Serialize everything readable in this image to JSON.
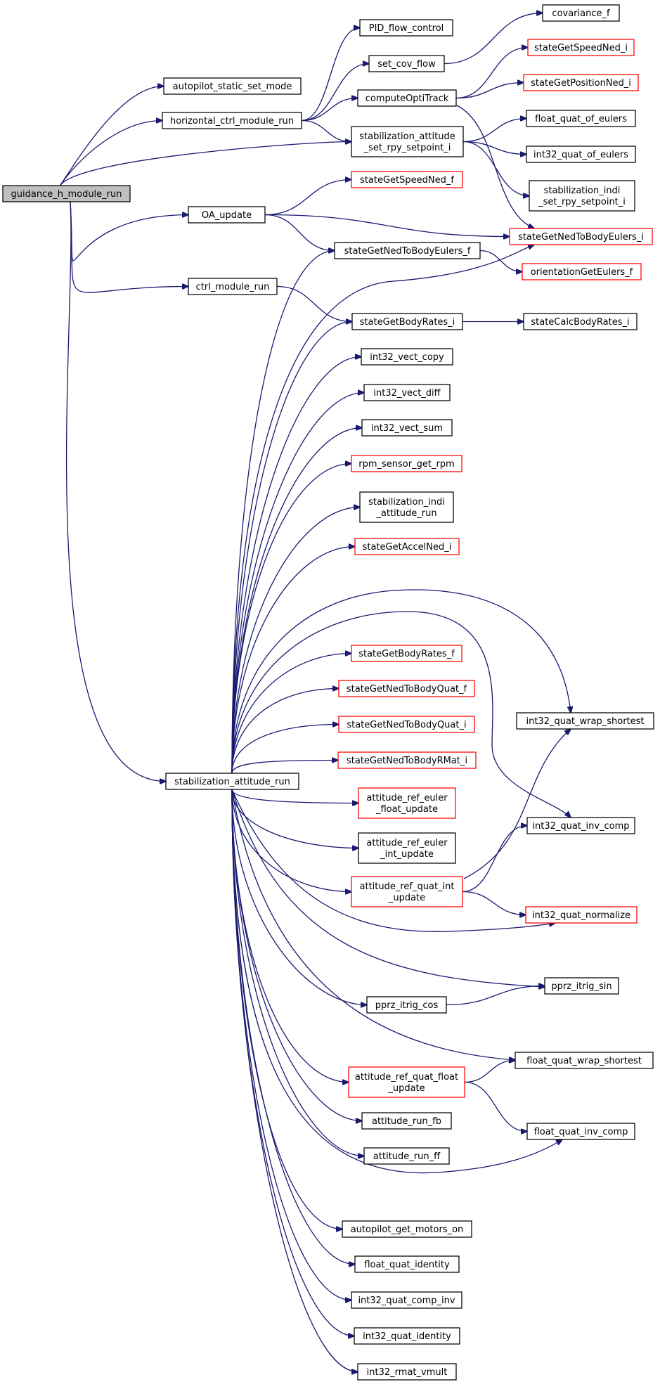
{
  "colors": {
    "edge": "#191970",
    "node_border": "#000000",
    "node_border_incomplete": "#ff0000",
    "root_fill": "#bfbfbf"
  },
  "nodes": [
    {
      "id": "guidance_h_module_run",
      "lines": [
        "guidance_h_module_run"
      ],
      "style": "root"
    },
    {
      "id": "autopilot_static_set_mode",
      "lines": [
        "autopilot_static_set_mode"
      ],
      "style": "normal"
    },
    {
      "id": "horizontal_ctrl_module_run",
      "lines": [
        "horizontal_ctrl_module_run"
      ],
      "style": "normal"
    },
    {
      "id": "PID_flow_control",
      "lines": [
        "PID_flow_control"
      ],
      "style": "normal"
    },
    {
      "id": "covariance_f",
      "lines": [
        "covariance_f"
      ],
      "style": "normal"
    },
    {
      "id": "set_cov_flow",
      "lines": [
        "set_cov_flow"
      ],
      "style": "normal"
    },
    {
      "id": "stateGetSpeedNed_i",
      "lines": [
        "stateGetSpeedNed_i"
      ],
      "style": "red"
    },
    {
      "id": "computeOptiTrack",
      "lines": [
        "computeOptiTrack"
      ],
      "style": "normal"
    },
    {
      "id": "stateGetPositionNed_i",
      "lines": [
        "stateGetPositionNed_i"
      ],
      "style": "red"
    },
    {
      "id": "stabilization_attitude_set_rpy_setpoint_i",
      "lines": [
        "stabilization_attitude",
        "_set_rpy_setpoint_i"
      ],
      "style": "normal"
    },
    {
      "id": "float_quat_of_eulers",
      "lines": [
        "float_quat_of_eulers"
      ],
      "style": "normal"
    },
    {
      "id": "int32_quat_of_eulers",
      "lines": [
        "int32_quat_of_eulers"
      ],
      "style": "normal"
    },
    {
      "id": "stabilization_indi_set_rpy_setpoint_i",
      "lines": [
        "stabilization_indi",
        "_set_rpy_setpoint_i"
      ],
      "style": "normal"
    },
    {
      "id": "stateGetSpeedNed_f",
      "lines": [
        "stateGetSpeedNed_f"
      ],
      "style": "red"
    },
    {
      "id": "OA_update",
      "lines": [
        "OA_update"
      ],
      "style": "normal"
    },
    {
      "id": "stateGetNedToBodyEulers_i",
      "lines": [
        "stateGetNedToBodyEulers_i"
      ],
      "style": "red"
    },
    {
      "id": "stateGetNedToBodyEulers_f",
      "lines": [
        "stateGetNedToBodyEulers_f"
      ],
      "style": "normal"
    },
    {
      "id": "orientationGetEulers_f",
      "lines": [
        "orientationGetEulers_f"
      ],
      "style": "red"
    },
    {
      "id": "ctrl_module_run",
      "lines": [
        "ctrl_module_run"
      ],
      "style": "normal"
    },
    {
      "id": "stateGetBodyRates_i",
      "lines": [
        "stateGetBodyRates_i"
      ],
      "style": "normal"
    },
    {
      "id": "stateCalcBodyRates_i",
      "lines": [
        "stateCalcBodyRates_i"
      ],
      "style": "normal"
    },
    {
      "id": "int32_vect_copy",
      "lines": [
        "int32_vect_copy"
      ],
      "style": "normal"
    },
    {
      "id": "int32_vect_diff",
      "lines": [
        "int32_vect_diff"
      ],
      "style": "normal"
    },
    {
      "id": "int32_vect_sum",
      "lines": [
        "int32_vect_sum"
      ],
      "style": "normal"
    },
    {
      "id": "rpm_sensor_get_rpm",
      "lines": [
        "rpm_sensor_get_rpm"
      ],
      "style": "red"
    },
    {
      "id": "stabilization_indi_attitude_run",
      "lines": [
        "stabilization_indi",
        "_attitude_run"
      ],
      "style": "normal"
    },
    {
      "id": "stateGetAccelNed_i",
      "lines": [
        "stateGetAccelNed_i"
      ],
      "style": "red"
    },
    {
      "id": "stateGetBodyRates_f",
      "lines": [
        "stateGetBodyRates_f"
      ],
      "style": "red"
    },
    {
      "id": "int32_quat_wrap_shortest",
      "lines": [
        "int32_quat_wrap_shortest"
      ],
      "style": "normal"
    },
    {
      "id": "stateGetNedToBodyQuat_f",
      "lines": [
        "stateGetNedToBodyQuat_f"
      ],
      "style": "red"
    },
    {
      "id": "stateGetNedToBodyQuat_i",
      "lines": [
        "stateGetNedToBodyQuat_i"
      ],
      "style": "red"
    },
    {
      "id": "stateGetNedToBodyRMat_i",
      "lines": [
        "stateGetNedToBodyRMat_i"
      ],
      "style": "red"
    },
    {
      "id": "stabilization_attitude_run",
      "lines": [
        "stabilization_attitude_run"
      ],
      "style": "normal"
    },
    {
      "id": "attitude_ref_euler_float_update",
      "lines": [
        "attitude_ref_euler",
        "_float_update"
      ],
      "style": "red"
    },
    {
      "id": "int32_quat_inv_comp",
      "lines": [
        "int32_quat_inv_comp"
      ],
      "style": "normal"
    },
    {
      "id": "attitude_ref_euler_int_update",
      "lines": [
        "attitude_ref_euler",
        "_int_update"
      ],
      "style": "normal"
    },
    {
      "id": "attitude_ref_quat_int_update",
      "lines": [
        "attitude_ref_quat_int",
        "_update"
      ],
      "style": "red"
    },
    {
      "id": "int32_quat_normalize",
      "lines": [
        "int32_quat_normalize"
      ],
      "style": "red"
    },
    {
      "id": "pprz_itrig_sin",
      "lines": [
        "pprz_itrig_sin"
      ],
      "style": "normal"
    },
    {
      "id": "pprz_itrig_cos",
      "lines": [
        "pprz_itrig_cos"
      ],
      "style": "normal"
    },
    {
      "id": "float_quat_wrap_shortest",
      "lines": [
        "float_quat_wrap_shortest"
      ],
      "style": "normal"
    },
    {
      "id": "attitude_ref_quat_float_update",
      "lines": [
        "attitude_ref_quat_float",
        "_update"
      ],
      "style": "red"
    },
    {
      "id": "float_quat_inv_comp",
      "lines": [
        "float_quat_inv_comp"
      ],
      "style": "normal"
    },
    {
      "id": "attitude_run_fb",
      "lines": [
        "attitude_run_fb"
      ],
      "style": "normal"
    },
    {
      "id": "attitude_run_ff",
      "lines": [
        "attitude_run_ff"
      ],
      "style": "normal"
    },
    {
      "id": "autopilot_get_motors_on",
      "lines": [
        "autopilot_get_motors_on"
      ],
      "style": "normal"
    },
    {
      "id": "float_quat_identity",
      "lines": [
        "float_quat_identity"
      ],
      "style": "normal"
    },
    {
      "id": "int32_quat_comp_inv",
      "lines": [
        "int32_quat_comp_inv"
      ],
      "style": "normal"
    },
    {
      "id": "int32_quat_identity",
      "lines": [
        "int32_quat_identity"
      ],
      "style": "normal"
    },
    {
      "id": "int32_rmat_vmult",
      "lines": [
        "int32_rmat_vmult"
      ],
      "style": "normal"
    }
  ],
  "edges": [
    [
      "guidance_h_module_run",
      "autopilot_static_set_mode"
    ],
    [
      "guidance_h_module_run",
      "horizontal_ctrl_module_run"
    ],
    [
      "guidance_h_module_run",
      "stabilization_attitude_set_rpy_setpoint_i"
    ],
    [
      "guidance_h_module_run",
      "OA_update"
    ],
    [
      "guidance_h_module_run",
      "ctrl_module_run"
    ],
    [
      "guidance_h_module_run",
      "stabilization_attitude_run"
    ],
    [
      "horizontal_ctrl_module_run",
      "PID_flow_control"
    ],
    [
      "horizontal_ctrl_module_run",
      "set_cov_flow"
    ],
    [
      "horizontal_ctrl_module_run",
      "computeOptiTrack"
    ],
    [
      "horizontal_ctrl_module_run",
      "stabilization_attitude_set_rpy_setpoint_i"
    ],
    [
      "set_cov_flow",
      "covariance_f"
    ],
    [
      "computeOptiTrack",
      "stateGetSpeedNed_i"
    ],
    [
      "computeOptiTrack",
      "stateGetPositionNed_i"
    ],
    [
      "computeOptiTrack",
      "stateGetNedToBodyEulers_i"
    ],
    [
      "stabilization_attitude_set_rpy_setpoint_i",
      "float_quat_of_eulers"
    ],
    [
      "stabilization_attitude_set_rpy_setpoint_i",
      "int32_quat_of_eulers"
    ],
    [
      "stabilization_attitude_set_rpy_setpoint_i",
      "stabilization_indi_set_rpy_setpoint_i"
    ],
    [
      "OA_update",
      "stateGetSpeedNed_f"
    ],
    [
      "OA_update",
      "stateGetNedToBodyEulers_i"
    ],
    [
      "OA_update",
      "stateGetNedToBodyEulers_f"
    ],
    [
      "stateGetNedToBodyEulers_f",
      "orientationGetEulers_f"
    ],
    [
      "ctrl_module_run",
      "stateGetBodyRates_i"
    ],
    [
      "stateGetBodyRates_i",
      "stateCalcBodyRates_i"
    ],
    [
      "stabilization_attitude_run",
      "stateGetNedToBodyEulers_i"
    ],
    [
      "stabilization_attitude_run",
      "stateGetNedToBodyEulers_f"
    ],
    [
      "stabilization_attitude_run",
      "stateGetBodyRates_i"
    ],
    [
      "stabilization_attitude_run",
      "int32_vect_copy"
    ],
    [
      "stabilization_attitude_run",
      "int32_vect_diff"
    ],
    [
      "stabilization_attitude_run",
      "int32_vect_sum"
    ],
    [
      "stabilization_attitude_run",
      "rpm_sensor_get_rpm"
    ],
    [
      "stabilization_attitude_run",
      "stabilization_indi_attitude_run"
    ],
    [
      "stabilization_attitude_run",
      "stateGetAccelNed_i"
    ],
    [
      "stabilization_attitude_run",
      "int32_quat_wrap_shortest"
    ],
    [
      "stabilization_attitude_run",
      "int32_quat_inv_comp"
    ],
    [
      "stabilization_attitude_run",
      "stateGetBodyRates_f"
    ],
    [
      "stabilization_attitude_run",
      "stateGetNedToBodyQuat_f"
    ],
    [
      "stabilization_attitude_run",
      "stateGetNedToBodyQuat_i"
    ],
    [
      "stabilization_attitude_run",
      "stateGetNedToBodyRMat_i"
    ],
    [
      "stabilization_attitude_run",
      "attitude_ref_euler_float_update"
    ],
    [
      "stabilization_attitude_run",
      "attitude_ref_euler_int_update"
    ],
    [
      "stabilization_attitude_run",
      "attitude_ref_quat_int_update"
    ],
    [
      "stabilization_attitude_run",
      "int32_quat_normalize"
    ],
    [
      "stabilization_attitude_run",
      "pprz_itrig_sin"
    ],
    [
      "stabilization_attitude_run",
      "pprz_itrig_cos"
    ],
    [
      "stabilization_attitude_run",
      "float_quat_wrap_shortest"
    ],
    [
      "stabilization_attitude_run",
      "attitude_ref_quat_float_update"
    ],
    [
      "stabilization_attitude_run",
      "float_quat_inv_comp"
    ],
    [
      "stabilization_attitude_run",
      "attitude_run_fb"
    ],
    [
      "stabilization_attitude_run",
      "attitude_run_ff"
    ],
    [
      "stabilization_attitude_run",
      "autopilot_get_motors_on"
    ],
    [
      "stabilization_attitude_run",
      "float_quat_identity"
    ],
    [
      "stabilization_attitude_run",
      "int32_quat_comp_inv"
    ],
    [
      "stabilization_attitude_run",
      "int32_quat_identity"
    ],
    [
      "stabilization_attitude_run",
      "int32_rmat_vmult"
    ],
    [
      "attitude_ref_quat_int_update",
      "int32_quat_wrap_shortest"
    ],
    [
      "attitude_ref_quat_int_update",
      "int32_quat_inv_comp"
    ],
    [
      "attitude_ref_quat_int_update",
      "int32_quat_normalize"
    ],
    [
      "pprz_itrig_cos",
      "pprz_itrig_sin"
    ],
    [
      "attitude_ref_quat_float_update",
      "float_quat_wrap_shortest"
    ],
    [
      "attitude_ref_quat_float_update",
      "float_quat_inv_comp"
    ]
  ]
}
